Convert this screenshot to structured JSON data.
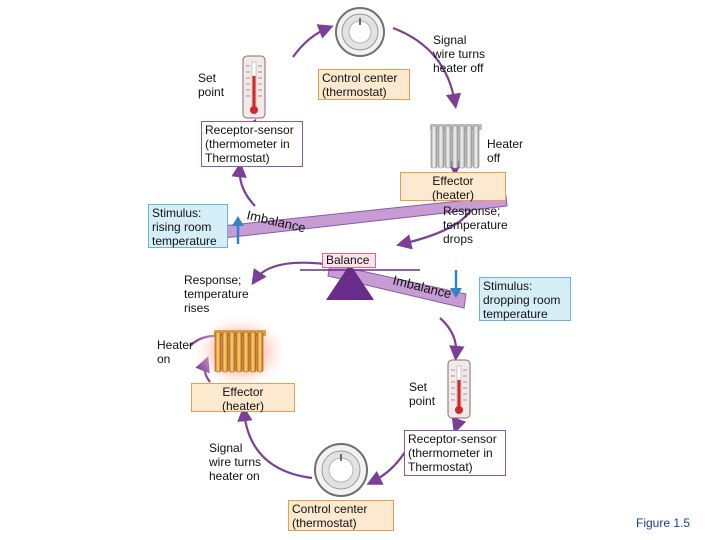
{
  "top_loop": {
    "set_point": "Set\npoint",
    "control_center": "Control center\n(thermostat)",
    "signal": "Signal\nwire turns\nheater off",
    "receptor": "Receptor-sensor\n(thermometer in\nThermostat)",
    "heater_state": "Heater\noff",
    "effector": "Effector\n(heater)",
    "stimulus": "Stimulus:\nrising room\ntemperature",
    "response": "Response;\ntemperature\ndrops",
    "imbalance": "Imbalance"
  },
  "balance_label": "Balance",
  "bottom_loop": {
    "response": "Response;\ntemperature\nrises",
    "imbalance": "Imbalance",
    "stimulus": "Stimulus:\ndropping room\ntemperature",
    "heater_state": "Heater\non",
    "effector": "Effector\n(heater)",
    "set_point": "Set\npoint",
    "receptor": "Receptor-sensor\n(thermometer in\nThermostat)",
    "signal": "Signal\nwire turns\nheater on",
    "control_center": "Control center\n(thermostat)"
  },
  "figure_label": "Figure 1.5",
  "colors": {
    "arrow": "#7b3f98",
    "beam": "#c79bd3",
    "fulcrum": "#6a2c8a",
    "stimulus_arrow": "#2f86c7",
    "orange_box": "#fde9cf",
    "cyan_box": "#d6eef8",
    "pink_box": "#ffe3ea",
    "figure_text": "#1b3d9a"
  },
  "icons": [
    "thermometer-icon",
    "thermostat-dial-icon",
    "radiator-icon",
    "glowing-radiator-icon",
    "fulcrum-icon",
    "up-arrow-icon",
    "down-arrow-icon"
  ]
}
